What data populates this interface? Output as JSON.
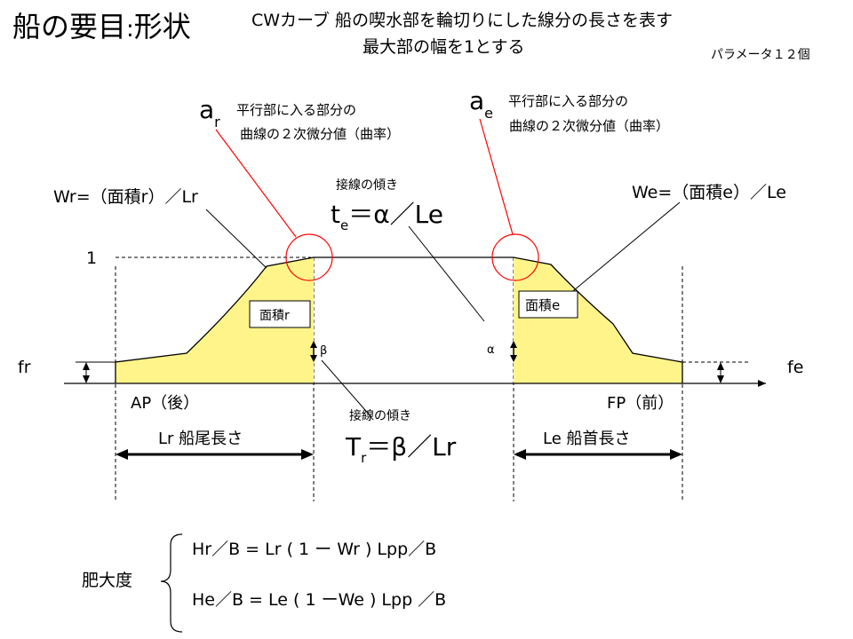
{
  "title": {
    "main": "船の要目",
    "colon": ":",
    "sub": "形状"
  },
  "header": {
    "line1": "CWカーブ  船の喫水部を輪切りにした線分の長さを表す",
    "line2": "最大部の幅を1とする",
    "param_count": "パラメータ１２個"
  },
  "curvature": {
    "ar_symbol": "a",
    "ar_sub": "r",
    "ae_symbol": "a",
    "ae_sub": "e",
    "desc_line1": "平行部に入る部分の",
    "desc_line2": "曲線の２次微分値（曲率）"
  },
  "formulas": {
    "wr": "Wr=（面積r）／Lr",
    "we": "We=（面積e）／Le",
    "te_caption": "接線の傾き",
    "te_t": "t",
    "te_sub": "e",
    "te_rest": "＝α／Le",
    "tr_caption": "接線の傾き",
    "tr_t": "T",
    "tr_sub": "r",
    "tr_rest": "＝β／Lr"
  },
  "labels": {
    "one": "1",
    "fr": "fr",
    "fe": "fe",
    "ap": "AP（後）",
    "fp": "FP（前）",
    "area_r": "面積r",
    "area_e": "面積e",
    "alpha": "α",
    "beta": "β",
    "lr_length": "Lr 船尾長さ",
    "le_length": "Le 船首長さ"
  },
  "fullness": {
    "label": "肥大度",
    "eq1": "Hr／B = Lr ( 1 ー  Wr ) Lpp／B",
    "eq2": "He／B = Le ( 1 ーWe ) Lpp ／B"
  },
  "colors": {
    "fill": "#fff48a",
    "accent_red": "#ff0000",
    "line": "#000000"
  }
}
